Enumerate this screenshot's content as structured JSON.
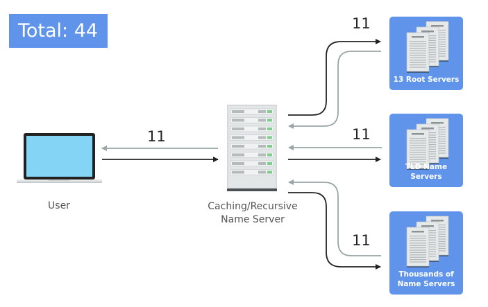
{
  "total": {
    "label": "Total: 44"
  },
  "nodes": {
    "user": {
      "label": "User",
      "icon": "laptop-icon"
    },
    "recursive": {
      "label_line1": "Caching/Recursive",
      "label_line2": "Name Server",
      "icon": "server-rack-icon"
    },
    "root": {
      "label": "13 Root Servers",
      "icon": "documents-stack-icon"
    },
    "tld": {
      "label": "TLD Name Servers",
      "icon": "documents-stack-icon"
    },
    "authoritative": {
      "label_line1": "Thousands of",
      "label_line2": "Name Servers",
      "icon": "documents-stack-icon"
    }
  },
  "links": {
    "user_recursive": {
      "count": "11"
    },
    "recursive_root": {
      "count": "11"
    },
    "recursive_tld": {
      "count": "11"
    },
    "recursive_authoritative": {
      "count": "11"
    }
  },
  "colors": {
    "box_blue": "#5f94ea",
    "request_arrow": "#222222",
    "response_arrow": "#9aa5a6",
    "laptop_screen": "#84d4f5"
  }
}
